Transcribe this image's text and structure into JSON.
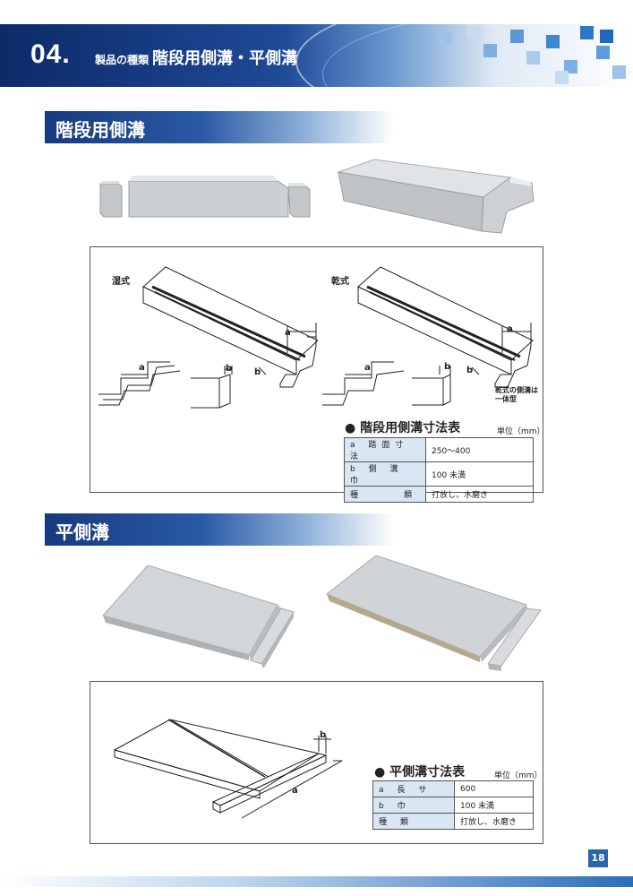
{
  "header": {
    "number": "04.",
    "category": "製品の種類",
    "title": "階段用側溝・平側溝"
  },
  "section1": {
    "title": "階段用側溝",
    "diagram": {
      "wet_label": "湿式",
      "dry_label": "乾式",
      "dim_a": "a",
      "dim_b": "b",
      "note": "乾式の側溝は\n一体型"
    },
    "table": {
      "title": "● 階段用側溝寸法表",
      "unit": "単位（mm）",
      "rows": [
        {
          "label": "a 踏面寸法",
          "value": "250～400"
        },
        {
          "label": "b 側 溝 巾",
          "value": "100 未満"
        },
        {
          "label": "種　　　類",
          "value": "打放し、水磨き"
        }
      ]
    }
  },
  "section2": {
    "title": "平側溝",
    "diagram": {
      "dim_a": "a",
      "dim_b": "b"
    },
    "table": {
      "title": "● 平側溝寸法表",
      "unit": "単位（mm）",
      "rows": [
        {
          "label": "a 長 サ",
          "value": "600"
        },
        {
          "label": "b 巾",
          "value": "100 未満"
        },
        {
          "label": "種 類",
          "value": "打放し、水磨き"
        }
      ]
    }
  },
  "footer": {
    "page_number": "18"
  },
  "colors": {
    "header_dark": "#0d2a68",
    "accent_blue": "#2a64ae",
    "table_label_bg": "#d9e6f3",
    "stone_gray": "#c9cdd0"
  }
}
